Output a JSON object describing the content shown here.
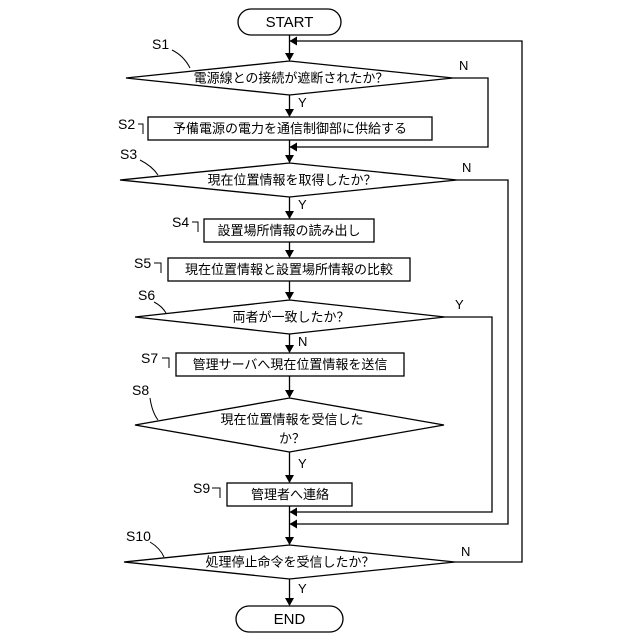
{
  "terminals": {
    "start": "START",
    "end": "END"
  },
  "steps": {
    "s1": {
      "id": "S1",
      "text": "電源線との接続が遮断されたか？"
    },
    "s2": {
      "id": "S2",
      "text": "予備電源の電力を通信制御部に供給する"
    },
    "s3": {
      "id": "S3",
      "text": "現在位置情報を取得したか？"
    },
    "s4": {
      "id": "S4",
      "text": "設置場所情報の読み出し"
    },
    "s5": {
      "id": "S5",
      "text": "現在位置情報と設置場所情報の比較"
    },
    "s6": {
      "id": "S6",
      "text": "両者が一致したか？"
    },
    "s7": {
      "id": "S7",
      "text": "管理サーバへ現在位置情報を送信"
    },
    "s8": {
      "id": "S8",
      "text_line1": "現在位置情報を受信した",
      "text_line2": "か？"
    },
    "s9": {
      "id": "S9",
      "text": "管理者へ連絡"
    },
    "s10": {
      "id": "S10",
      "text": "処理停止命令を受信したか？"
    }
  },
  "branch_labels": {
    "yes": "Y",
    "no": "N"
  }
}
